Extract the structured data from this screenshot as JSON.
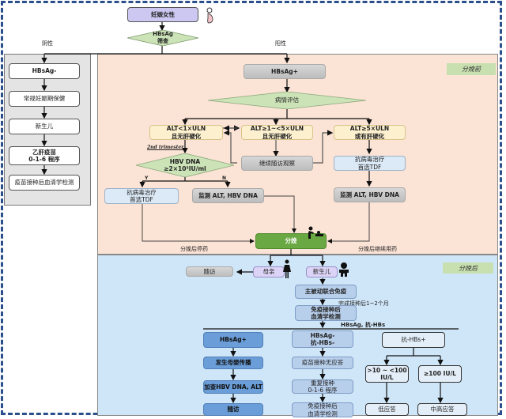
{
  "top": {
    "start": "妊娠女性",
    "screen": "HBsAg\n筛查",
    "negative_label": "阴性",
    "positive_label": "阳性"
  },
  "negative_branch": {
    "steps": [
      "HBsAg-",
      "常规妊娠期保健",
      "新生儿",
      "乙肝疫苗\n0-1-6 程序",
      "疫苗接种后血清学检测"
    ]
  },
  "prenatal": {
    "stage_tag": "分娩前",
    "hbsag_pos": "HBsAg+",
    "assessment": "病情评估",
    "alt_low": "ALT<1×ULN\n且无肝硬化",
    "alt_mid": "ALT≥1~<5×ULN\n且无肝硬化",
    "alt_high": "ALT≥5×ULN\n或有肝硬化",
    "trimester_note": "2nd trimester",
    "hbv_dna_decision": "HBV DNA\n≥2×10⁵IU/ml",
    "yes_label": "Y",
    "no_label": "N",
    "follow_observe": "继续随访观察",
    "antiviral_left": "抗病毒治疗\n首选TDF",
    "monitor_mid": "监测 ALT, HBV DNA",
    "antiviral_right": "抗病毒治疗\n首选TDF",
    "monitor_right": "监测 ALT, HBV DNA",
    "stop_after_delivery": "分娩后停药",
    "continue_after_delivery": "分娩后继续用药",
    "delivery": "分娩"
  },
  "postnatal": {
    "stage_tag": "分娩后",
    "mother": "母亲",
    "newborn": "新生儿",
    "follow_up": "随访",
    "immunization": "主被动联合免疫",
    "timing_note": "完成接种后1~2个月",
    "serology": "免疫接种后\n血清学检测",
    "markers": "HBsAg, 抗-HBs",
    "hbsag_pos": {
      "title": "HBsAg+",
      "steps": [
        "发生母婴传播",
        "加查HBV DNA, ALT",
        "随访"
      ]
    },
    "hbsag_neg": {
      "title": "HBsAg-\n抗-HBs-",
      "steps": [
        "疫苗接种无应答",
        "重复接种\n0-1-6 程序",
        "免疫接种后\n血清学检测"
      ]
    },
    "anti_hbs_pos": {
      "title": "抗-HBs+",
      "low_range": ">10 ~ <100\nIU/L",
      "high_range": "≥100 IU/L",
      "low_response": "低应答",
      "high_response": "中高应答"
    }
  },
  "icons": {
    "pregnant": "pregnant-woman-icon",
    "caregiver": "caregiver-baby-icon",
    "mother": "woman-icon",
    "baby": "baby-icon"
  },
  "colors": {
    "prenatal_bg": "#fbe3d5",
    "postnatal_bg": "#cfe6f8",
    "negative_bg": "#e4e4e4",
    "frame": "#2b4f8c",
    "decision": "#cce3b8",
    "delivery": "#6aa843"
  }
}
